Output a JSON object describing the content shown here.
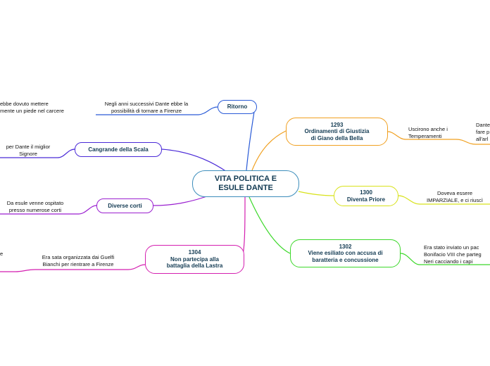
{
  "central": {
    "label": "VITA POLITICA E\nESULE DANTE"
  },
  "branches": [
    {
      "id": "ritorno",
      "label": "Ritorno",
      "color": "#2a5bd7"
    },
    {
      "id": "cangrande",
      "label": "Cangrande della Scala",
      "color": "#4a2ad7"
    },
    {
      "id": "corti",
      "label": "Diverse corti",
      "color": "#9a1fd0"
    },
    {
      "id": "b1304",
      "label": "1304\nNon partecipa alla\nbattaglia della Lastra",
      "color": "#d41fb0"
    },
    {
      "id": "b1293",
      "label": "1293\nOrdinamenti di Giustizia\ndi Giano della Bella",
      "color": "#f0a020"
    },
    {
      "id": "b1300",
      "label": "1300\nDiventa Priore",
      "color": "#d8e21a"
    },
    {
      "id": "b1302",
      "label": "1302\nViene esiliato con accusa di\nbaratteria e concussione",
      "color": "#3cd82a"
    }
  ],
  "leaves": [
    {
      "id": "ritorno-1",
      "text": "Negli anni successivi Dante ebbe la\npossibilità di tornare a Firenze"
    },
    {
      "id": "ritorno-2",
      "text": "ebbe dovuto mettere\nmente un piede nel carcere"
    },
    {
      "id": "cangrande-1",
      "text": "per Dante il miglior\nSignore"
    },
    {
      "id": "corti-1",
      "text": "Da esule venne ospitato\npresso numerose corti"
    },
    {
      "id": "b1304-1",
      "text": "Era sata organizzata dai Guelfi\nBianchi per rientrare a Firenze"
    },
    {
      "id": "b1304-2",
      "text": "e"
    },
    {
      "id": "b1293-1",
      "text": "Uscirono anche i\nTemperamenti"
    },
    {
      "id": "b1293-2",
      "text": "Dante\nfare p\nall'arl"
    },
    {
      "id": "b1300-1",
      "text": "Doveva essere\nIMPARZIALE, e ci riuscì"
    },
    {
      "id": "b1302-1",
      "text": "Era stato inviato un pac\nBonifacio VIII che parteg\nNeri cacciando i capi"
    }
  ]
}
